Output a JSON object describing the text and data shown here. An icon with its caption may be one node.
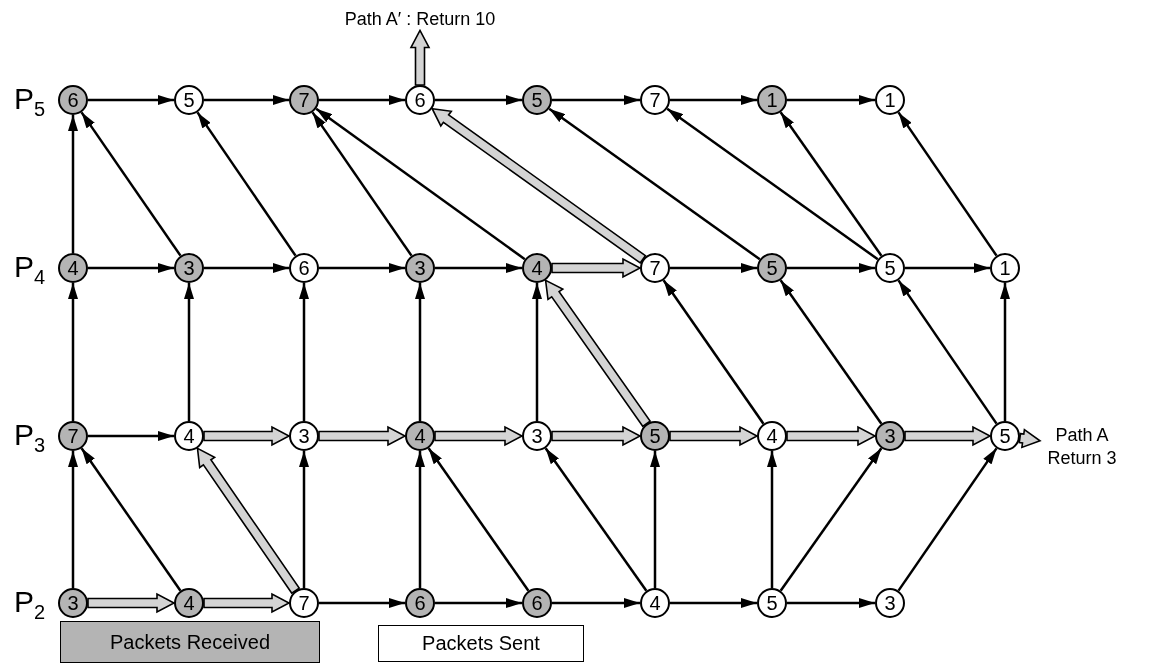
{
  "diagram": {
    "nodes": [
      {
        "text": [
          "6"
        ]
      },
      {
        "text": [
          "5"
        ]
      },
      {
        "text": [
          "7"
        ]
      },
      {
        "text": [
          "6"
        ]
      },
      {
        "text": [
          "5"
        ]
      },
      {
        "text": [
          "7"
        ]
      },
      {
        "text": [
          "1"
        ]
      },
      {
        "text": [
          "1"
        ]
      },
      {
        "text": [
          "4"
        ]
      },
      {
        "text": [
          "3"
        ]
      },
      {
        "text": [
          "6"
        ]
      },
      {
        "text": [
          "3"
        ]
      },
      {
        "text": [
          "4"
        ]
      },
      {
        "text": [
          "7"
        ]
      },
      {
        "text": [
          "5"
        ]
      },
      {
        "text": [
          "5"
        ]
      },
      {
        "text": [
          "1"
        ]
      },
      {
        "text": [
          "7"
        ]
      },
      {
        "text": [
          "4"
        ]
      },
      {
        "text": [
          "3"
        ]
      },
      {
        "text": [
          "4"
        ]
      },
      {
        "text": [
          "3"
        ]
      },
      {
        "text": [
          "5"
        ]
      },
      {
        "text": [
          "4"
        ]
      },
      {
        "text": [
          "3"
        ]
      },
      {
        "text": [
          "5"
        ]
      },
      {
        "text": [
          "3"
        ]
      },
      {
        "text": [
          "4"
        ]
      },
      {
        "text": [
          "7"
        ]
      },
      {
        "text": [
          "6"
        ]
      },
      {
        "text": [
          "6"
        ]
      },
      {
        "text": [
          "4"
        ]
      },
      {
        "text": [
          "5"
        ]
      },
      {
        "text": [
          "3"
        ]
      },
      {
        "text": [
          "Path A′ : Return 10"
        ]
      },
      {
        "text": [
          "Path A Return 3"
        ]
      }
    ],
    "edges": [
      {
        "from": 0,
        "to": 1,
        "arrow": "to"
      },
      {
        "from": 1,
        "to": 2,
        "arrow": "to"
      },
      {
        "from": 2,
        "to": 3,
        "arrow": "to"
      },
      {
        "from": 3,
        "to": 4,
        "arrow": "to"
      },
      {
        "from": 4,
        "to": 5,
        "arrow": "to"
      },
      {
        "from": 5,
        "to": 6,
        "arrow": "to"
      },
      {
        "from": 6,
        "to": 7,
        "arrow": "to"
      },
      {
        "from": 8,
        "to": 9,
        "arrow": "to"
      },
      {
        "from": 9,
        "to": 10,
        "arrow": "to"
      },
      {
        "from": 10,
        "to": 11,
        "arrow": "to"
      },
      {
        "from": 11,
        "to": 12,
        "arrow": "to"
      },
      {
        "from": 12,
        "to": 13,
        "arrow": "to",
        "style": "thick",
        "color": "#d4d4d4"
      },
      {
        "from": 13,
        "to": 14,
        "arrow": "to"
      },
      {
        "from": 14,
        "to": 15,
        "arrow": "to"
      },
      {
        "from": 15,
        "to": 16,
        "arrow": "to"
      },
      {
        "from": 17,
        "to": 18,
        "arrow": "to"
      },
      {
        "from": 18,
        "to": 19,
        "arrow": "to",
        "style": "thick",
        "color": "#d4d4d4"
      },
      {
        "from": 19,
        "to": 20,
        "arrow": "to",
        "style": "thick",
        "color": "#d4d4d4"
      },
      {
        "from": 20,
        "to": 21,
        "arrow": "to",
        "style": "thick",
        "color": "#d4d4d4"
      },
      {
        "from": 21,
        "to": 22,
        "arrow": "to",
        "style": "thick",
        "color": "#d4d4d4"
      },
      {
        "from": 22,
        "to": 23,
        "arrow": "to",
        "style": "thick",
        "color": "#d4d4d4"
      },
      {
        "from": 23,
        "to": 24,
        "arrow": "to",
        "style": "thick",
        "color": "#d4d4d4"
      },
      {
        "from": 24,
        "to": 25,
        "arrow": "to",
        "style": "thick",
        "color": "#d4d4d4"
      },
      {
        "from": 25,
        "to": 35,
        "arrow": "to",
        "style": "thick",
        "color": "#d4d4d4"
      },
      {
        "from": 26,
        "to": 27,
        "arrow": "to",
        "style": "thick",
        "color": "#d4d4d4"
      },
      {
        "from": 27,
        "to": 28,
        "arrow": "to",
        "style": "thick",
        "color": "#d4d4d4"
      },
      {
        "from": 28,
        "to": 29,
        "arrow": "to"
      },
      {
        "from": 29,
        "to": 30,
        "arrow": "to"
      },
      {
        "from": 30,
        "to": 31,
        "arrow": "to"
      },
      {
        "from": 31,
        "to": 32,
        "arrow": "to"
      },
      {
        "from": 32,
        "to": 33,
        "arrow": "to"
      },
      {
        "from": 8,
        "to": 0,
        "arrow": "to"
      },
      {
        "from": 17,
        "to": 8,
        "arrow": "to"
      },
      {
        "from": 26,
        "to": 17,
        "arrow": "to"
      },
      {
        "from": 18,
        "to": 9,
        "arrow": "to"
      },
      {
        "from": 28,
        "to": 19,
        "arrow": "to"
      },
      {
        "from": 19,
        "to": 10,
        "arrow": "to"
      },
      {
        "from": 29,
        "to": 20,
        "arrow": "to"
      },
      {
        "from": 20,
        "to": 11,
        "arrow": "to"
      },
      {
        "from": 21,
        "to": 12,
        "arrow": "to"
      },
      {
        "from": 31,
        "to": 22,
        "arrow": "to"
      },
      {
        "from": 32,
        "to": 23,
        "arrow": "to"
      },
      {
        "from": 25,
        "to": 16,
        "arrow": "to"
      },
      {
        "from": 9,
        "to": 0,
        "arrow": "to"
      },
      {
        "from": 10,
        "to": 1,
        "arrow": "to"
      },
      {
        "from": 11,
        "to": 2,
        "arrow": "to"
      },
      {
        "from": 12,
        "to": 2,
        "arrow": "to"
      },
      {
        "from": 13,
        "to": 3,
        "arrow": "to",
        "style": "thick",
        "color": "#d4d4d4"
      },
      {
        "from": 14,
        "to": 4,
        "arrow": "to"
      },
      {
        "from": 15,
        "to": 5,
        "arrow": "to"
      },
      {
        "from": 15,
        "to": 6,
        "arrow": "to"
      },
      {
        "from": 16,
        "to": 7,
        "arrow": "to"
      },
      {
        "from": 22,
        "to": 12,
        "arrow": "to",
        "style": "thick",
        "color": "#d4d4d4"
      },
      {
        "from": 23,
        "to": 13,
        "arrow": "to"
      },
      {
        "from": 24,
        "to": 14,
        "arrow": "to"
      },
      {
        "from": 25,
        "to": 15,
        "arrow": "to"
      },
      {
        "from": 27,
        "to": 17,
        "arrow": "to"
      },
      {
        "from": 28,
        "to": 18,
        "arrow": "to",
        "style": "thick",
        "color": "#d4d4d4"
      },
      {
        "from": 30,
        "to": 20,
        "arrow": "to"
      },
      {
        "from": 31,
        "to": 21,
        "arrow": "to"
      },
      {
        "from": 32,
        "to": 24,
        "arrow": "to"
      },
      {
        "from": 33,
        "to": 25,
        "arrow": "to"
      },
      {
        "from": 3,
        "to": 34,
        "arrow": "to",
        "style": "thick",
        "color": "#d4d4d4"
      }
    ],
    "labels": [
      "P$_{5}$",
      "P$_{4}$",
      "P$_{3}$",
      "P$_{2}$"
    ],
    "legend": [
      {
        "text": "Packets Received",
        "color": "#b4b4b4"
      },
      {
        "text": "Packets Sent",
        "color": "#ffffff"
      }
    ]
  }
}
